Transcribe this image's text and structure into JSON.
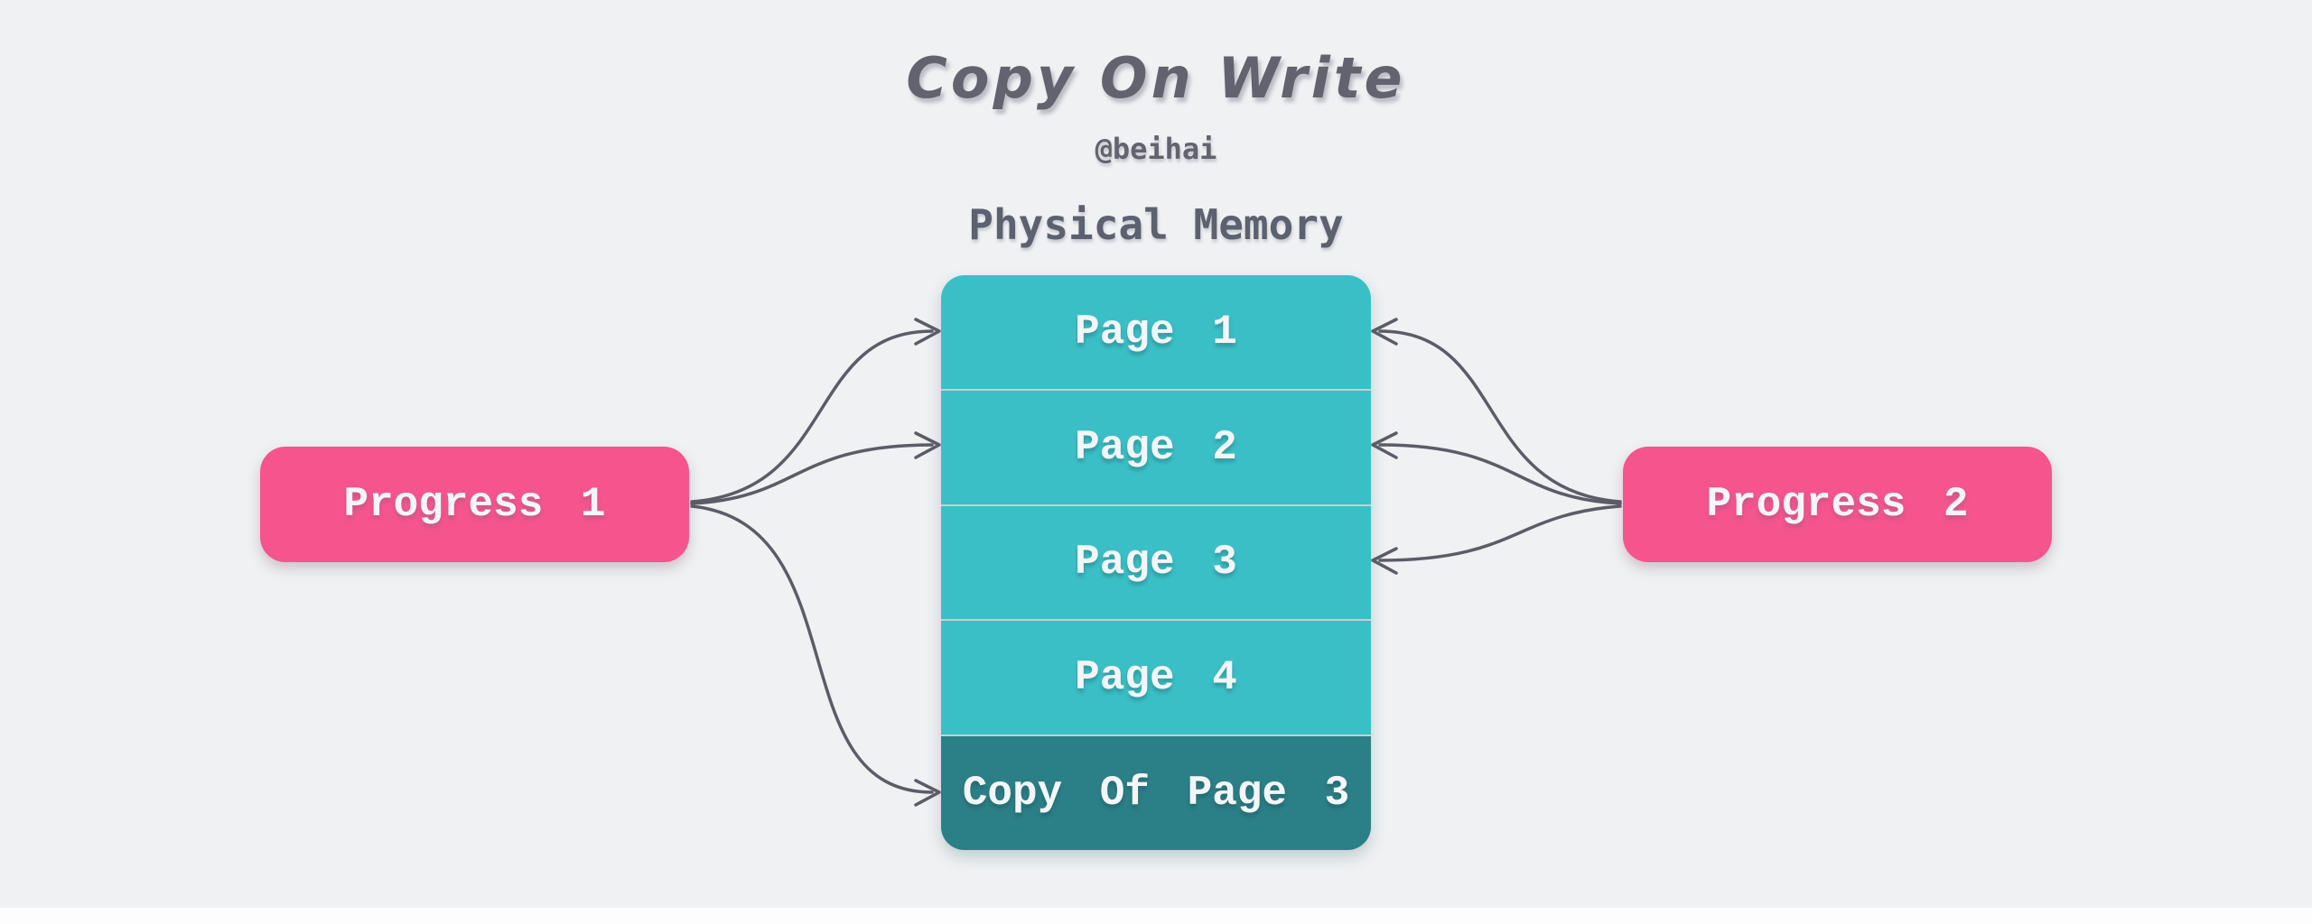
{
  "header": {
    "title": "Copy On Write",
    "author": "@beihai"
  },
  "memory": {
    "label": "Physical Memory",
    "pages": [
      {
        "label": "Page 1",
        "highlighted": false
      },
      {
        "label": "Page 2",
        "highlighted": false
      },
      {
        "label": "Page 3",
        "highlighted": false
      },
      {
        "label": "Page 4",
        "highlighted": false
      },
      {
        "label": "Copy Of Page 3",
        "highlighted": true
      }
    ]
  },
  "processes": {
    "left": {
      "label": "Progress 1"
    },
    "right": {
      "label": "Progress 2"
    }
  },
  "connections": [
    {
      "from": "Progress 1",
      "to": "Page 1"
    },
    {
      "from": "Progress 1",
      "to": "Page 2"
    },
    {
      "from": "Progress 1",
      "to": "Copy Of Page 3"
    },
    {
      "from": "Progress 2",
      "to": "Page 1"
    },
    {
      "from": "Progress 2",
      "to": "Page 2"
    },
    {
      "from": "Progress 2",
      "to": "Page 3"
    }
  ],
  "colors": {
    "bg": "#eff1f3",
    "teal": "#3bbfc6",
    "tealdark": "#2b7f86",
    "pink": "#f5548c",
    "ink": "#63636f",
    "ink2": "#5c6170",
    "arrow": "#5c5c68",
    "divider": "#c9ced6"
  }
}
